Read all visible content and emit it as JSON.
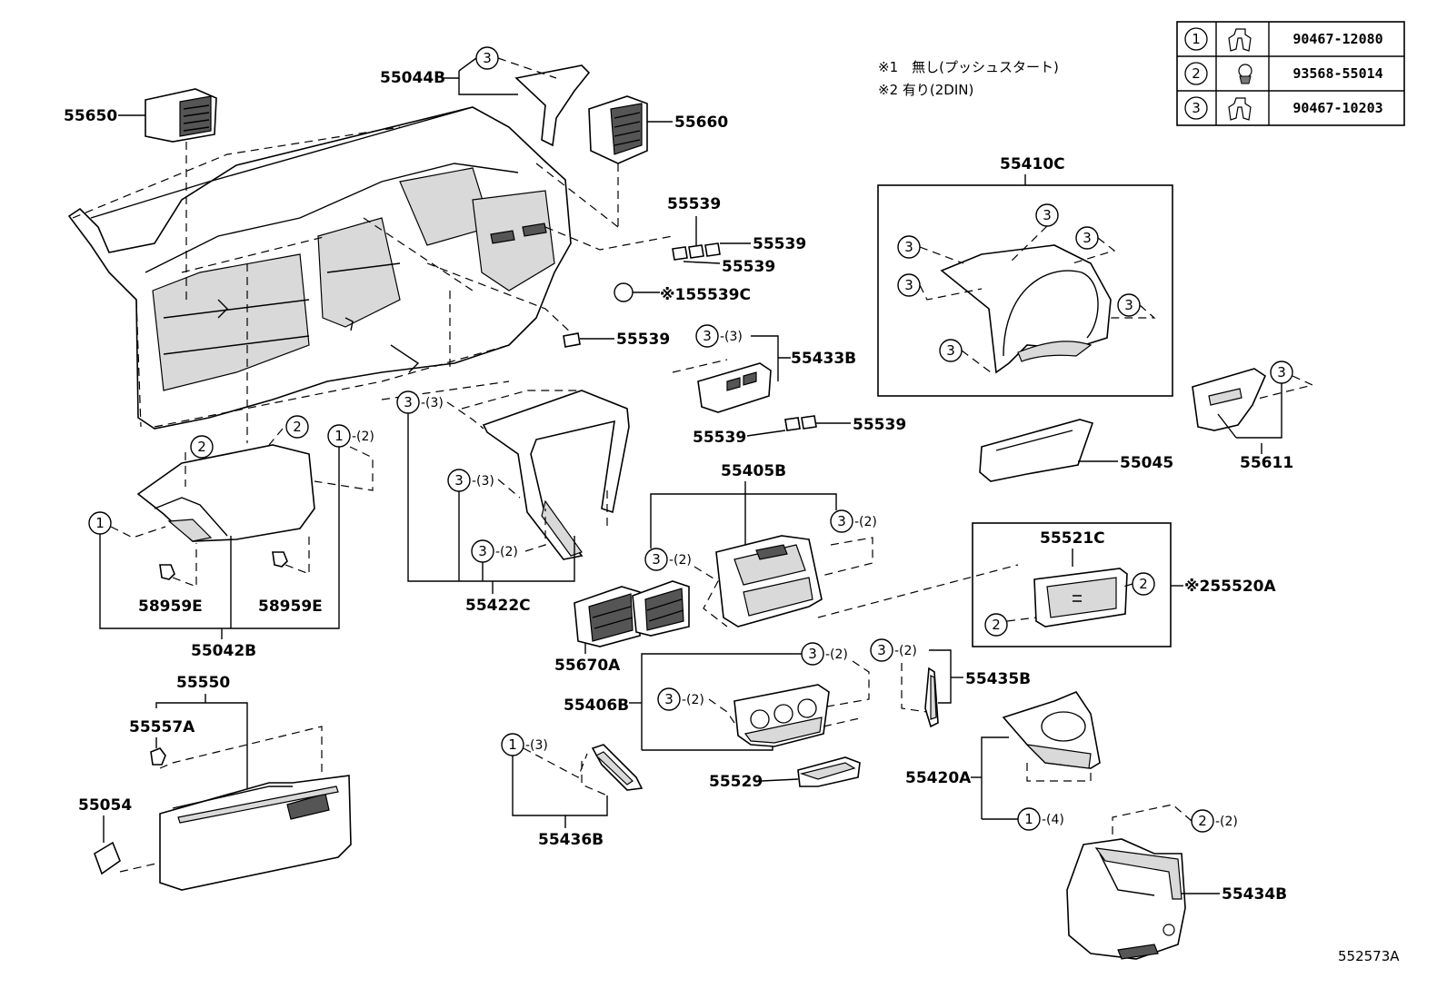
{
  "notes": {
    "n1": "※1　無し(プッシュスタート)",
    "n2": "※2 有り(2DIN)"
  },
  "fastener_table": [
    {
      "no": "1",
      "icon": "clip-icon",
      "part": "90467-12080"
    },
    {
      "no": "2",
      "icon": "screw-icon",
      "part": "93568-55014"
    },
    {
      "no": "3",
      "icon": "clip-icon",
      "part": "90467-10203"
    }
  ],
  "labels": {
    "p55044B": "55044B",
    "p55650": "55650",
    "p55660": "55660",
    "p55539a": "55539",
    "p55539b": "55539",
    "p55539c": "55539",
    "p55539C": "※155539C",
    "p55539d": "55539",
    "p55433B": "55433B",
    "p55539e": "55539",
    "p55539f": "55539",
    "p55410C": "55410C",
    "p55045": "55045",
    "p55611": "55611",
    "p55405B": "55405B",
    "p55521C": "55521C",
    "p55520A": "※255520A",
    "p55422C": "55422C",
    "p58959E1": "58959E",
    "p58959E2": "58959E",
    "p55042B": "55042B",
    "p55670A": "55670A",
    "p55406B": "55406B",
    "p55435B": "55435B",
    "p55550": "55550",
    "p55557A": "55557A",
    "p55054": "55054",
    "p55529": "55529",
    "p55420A": "55420A",
    "p55436B": "55436B",
    "p55434B": "55434B",
    "ref": "552573A"
  },
  "callouts": {
    "one": "1",
    "two": "2",
    "three": "3",
    "q2": "-(2)",
    "q3": "-(3)",
    "q4": "-(4)"
  }
}
